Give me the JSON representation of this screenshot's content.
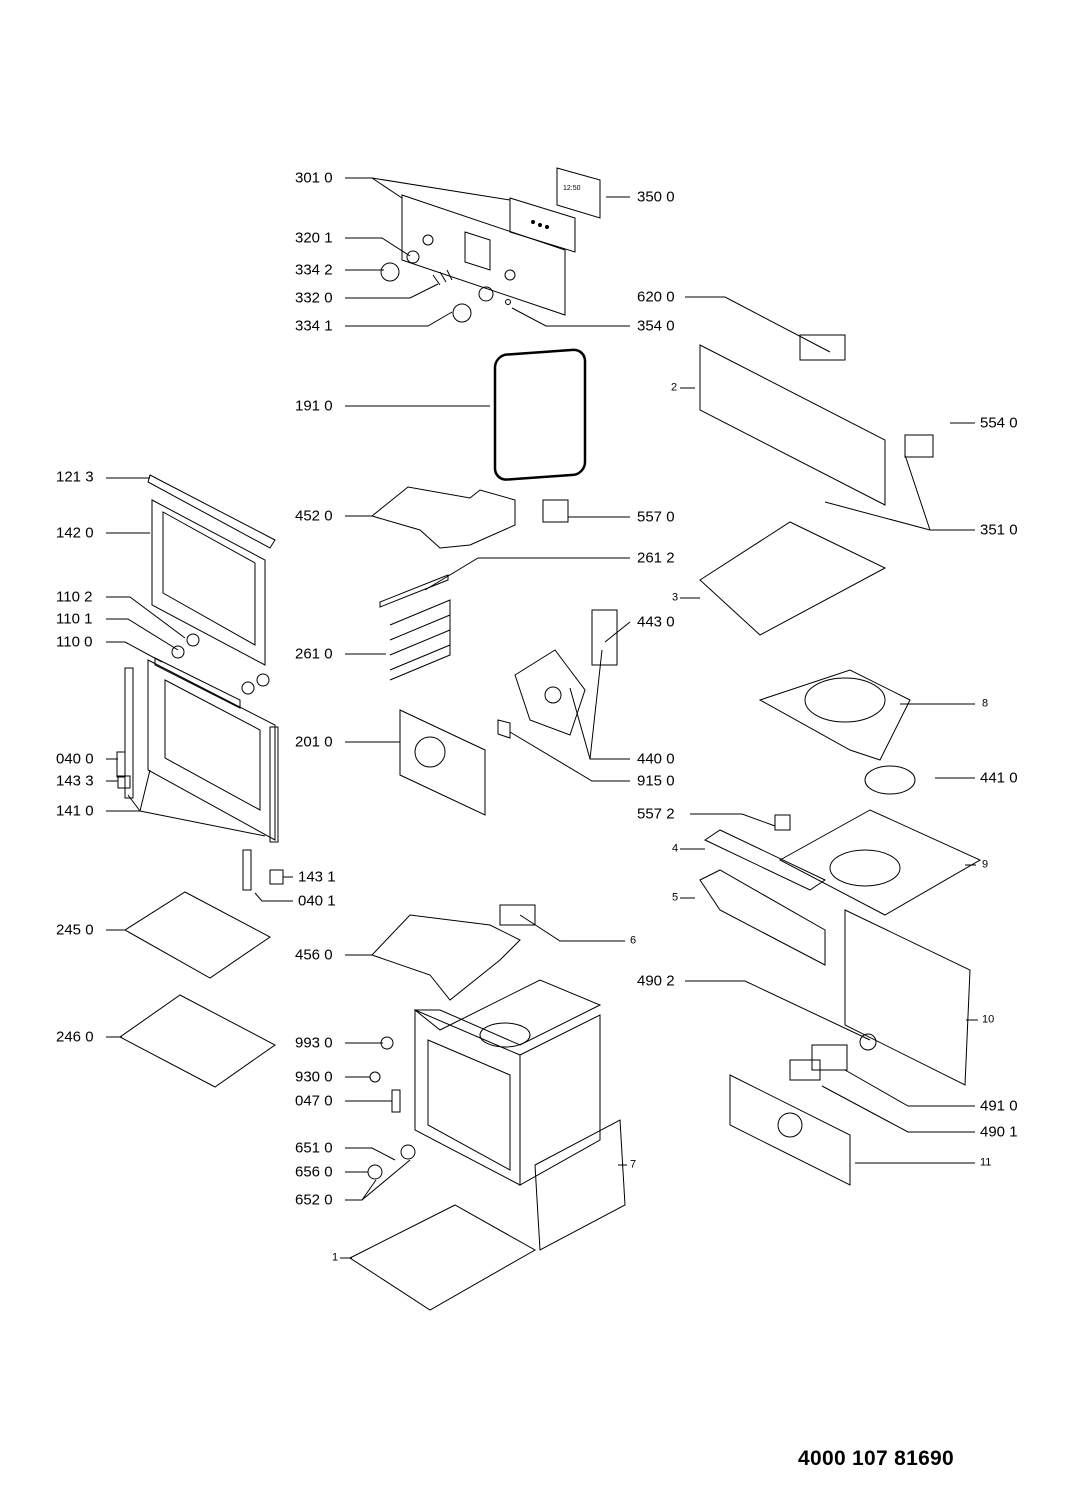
{
  "document_number": "4000 107 81690",
  "parts": {
    "p3010": "301 0",
    "p3500": "350 0",
    "p3201": "320 1",
    "p3342": "334 2",
    "p3320": "332 0",
    "p3341": "334 1",
    "p6200": "620 0",
    "p3540": "354 0",
    "a2": "2",
    "p1910": "191 0",
    "p5540": "554 0",
    "p1213": "121 3",
    "p4520": "452 0",
    "p5570": "557 0",
    "p3510": "351 0",
    "p1420": "142 0",
    "p2612": "261 2",
    "a3": "3",
    "p1102": "110 2",
    "p1101": "110 1",
    "p4430": "443 0",
    "p1100": "110 0",
    "p2610": "261 0",
    "a8": "8",
    "p2010": "201 0",
    "p4400": "440 0",
    "p0400": "040 0",
    "p9150": "915 0",
    "p1433": "143 3",
    "p4410": "441 0",
    "p1410": "141 0",
    "p5572": "557 2",
    "a4": "4",
    "a9": "9",
    "p1431": "143 1",
    "p0401": "040 1",
    "a5": "5",
    "p2450": "245 0",
    "p4560": "456 0",
    "a6": "6",
    "p4902": "490 2",
    "a10": "10",
    "p2460": "246 0",
    "p9930": "993 0",
    "p9300": "930 0",
    "p0470": "047 0",
    "p4910": "491 0",
    "p4901": "490 1",
    "p6510": "651 0",
    "a7": "7",
    "p6560": "656 0",
    "a11": "11",
    "p6520": "652 0",
    "a1": "1"
  },
  "colors": {
    "line": "#000000",
    "background": "#ffffff"
  }
}
